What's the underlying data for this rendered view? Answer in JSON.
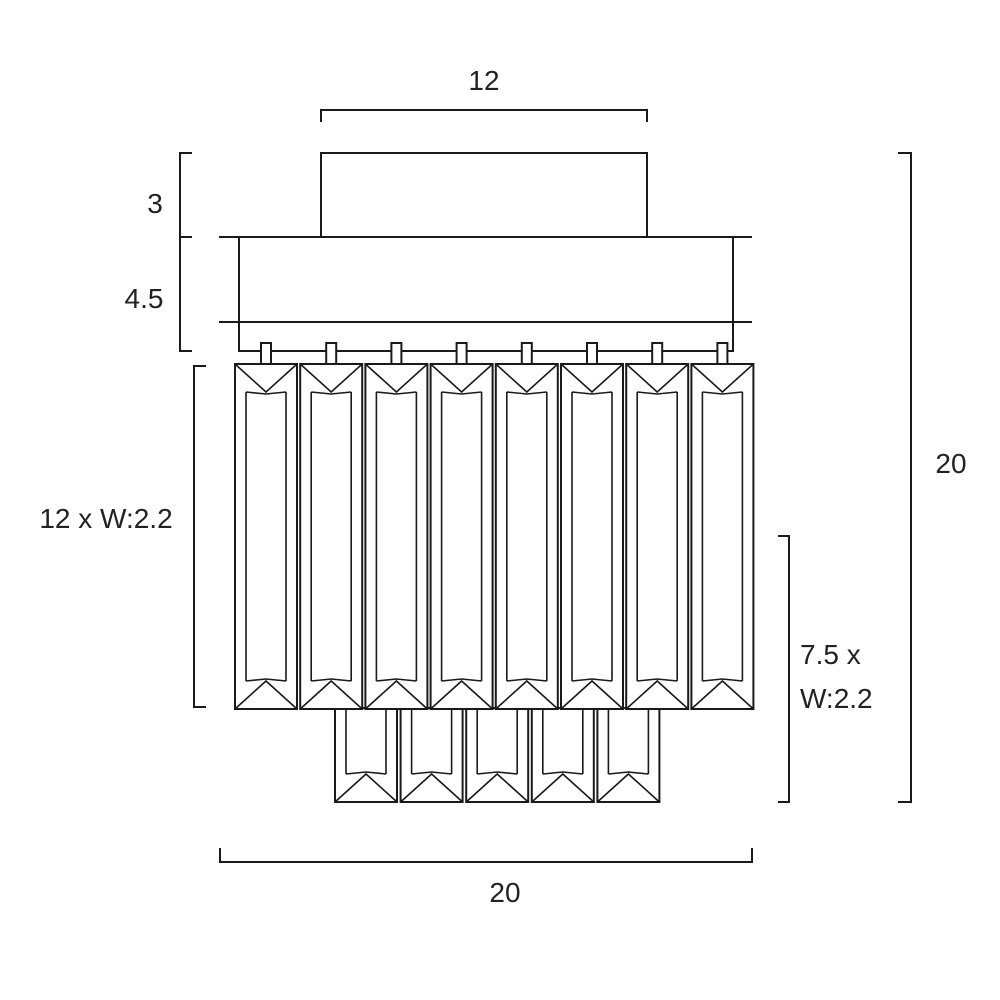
{
  "dimensions": {
    "top_width": "12",
    "canopy_height": "3",
    "band_height": "4.5",
    "upper_crystals": "12 x W:2.2",
    "overall_height": "20",
    "lower_crystals_line1": "7.5 x",
    "lower_crystals_line2": "W:2.2",
    "overall_width": "20"
  },
  "crystal_counts": {
    "upper": 8,
    "lower": 5
  },
  "colors": {
    "line": "#1a1a1a",
    "text": "#222222",
    "background": "#ffffff"
  }
}
